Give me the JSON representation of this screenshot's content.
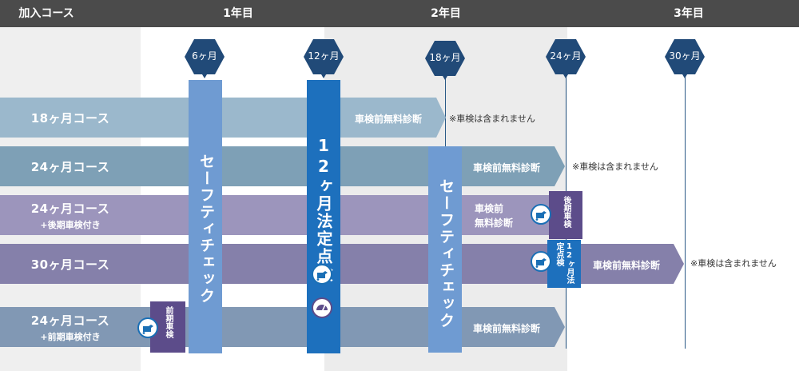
{
  "header": {
    "course_label": "加入コース",
    "years": [
      "1年目",
      "2年目",
      "3年目"
    ]
  },
  "milestones": [
    "6ヶ月",
    "12ヶ月",
    "18ヶ月",
    "24ヶ月",
    "30ヶ月"
  ],
  "courses": [
    {
      "name": "18ヶ月コース",
      "sub": ""
    },
    {
      "name": "24ヶ月コース",
      "sub": ""
    },
    {
      "name": "24ヶ月コース",
      "sub": "+後期車検付き"
    },
    {
      "name": "30ヶ月コース",
      "sub": ""
    },
    {
      "name": "24ヶ月コース",
      "sub": "+前期車検付き"
    }
  ],
  "row_labels": {
    "free_diag": "車検前無料診断",
    "free_diag_split_1": "車検前",
    "free_diag_split_2": "無料診断"
  },
  "notes": {
    "not_included": "※車検は含まれません"
  },
  "bars": {
    "safety_check": "セーフティチェック",
    "legal_12": "12ヶ月法定点検",
    "legal_12_small": "12ヶ月法定点検",
    "late_inspection": "後期車検",
    "early_inspection": "前期車検"
  },
  "colors": {
    "header_bg": "#4b4b4b",
    "hexagon": "#214a78",
    "safety_bar": "#6f9bd2",
    "legal_bar": "#1d70bd",
    "inspection_box": "#5c4c8a",
    "row1": "#9bb8cc",
    "row2": "#7ea0b6",
    "row3": "#9c95bc",
    "row4": "#8580aa",
    "row5": "#8198b4"
  }
}
